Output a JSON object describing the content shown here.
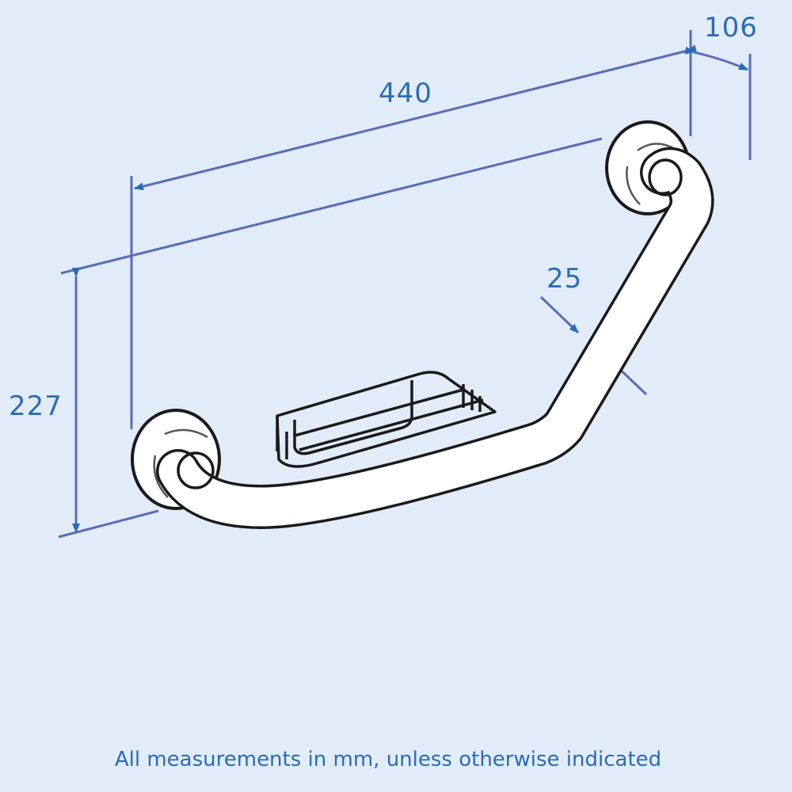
{
  "diagram": {
    "subject": "angled grab bar with soap basket",
    "colors": {
      "background": "#e2ecf8",
      "dimension_line": "#5a6cb8",
      "dimension_arrow": "#2a6cb4",
      "label_text": "#2a6cb4",
      "outline": "#1a1a1a",
      "fill": "#ffffff"
    },
    "dimensions": {
      "length": {
        "value": "440"
      },
      "depth": {
        "value": "106"
      },
      "height": {
        "value": "227"
      },
      "tube_diameter": {
        "value": "25"
      }
    },
    "footnote": "All measurements in mm, unless otherwise indicated"
  }
}
